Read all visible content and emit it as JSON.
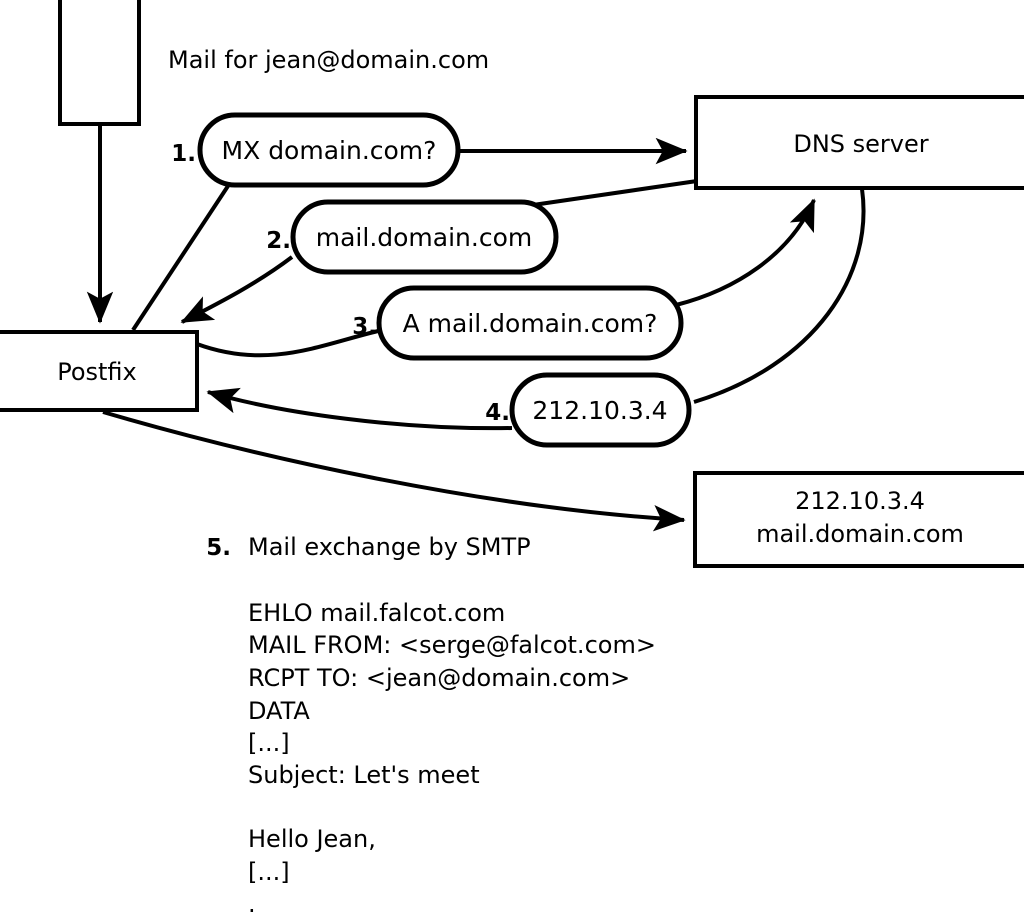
{
  "diagram": {
    "caption": "Mail for jean@domain.com",
    "nodes": {
      "client_box": {
        "label": ""
      },
      "postfix": {
        "label": "Postfix"
      },
      "dns_server": {
        "label": "DNS server"
      },
      "mail_server": {
        "line1": "212.10.3.4",
        "line2": "mail.domain.com"
      }
    },
    "steps": [
      {
        "num": "1.",
        "label": "MX domain.com?"
      },
      {
        "num": "2.",
        "label": "mail.domain.com"
      },
      {
        "num": "3.",
        "label": "A mail.domain.com?"
      },
      {
        "num": "4.",
        "label": "212.10.3.4"
      }
    ],
    "step5": {
      "num": "5.",
      "title": "Mail exchange by SMTP",
      "transcript": [
        "EHLO mail.falcot.com",
        "MAIL FROM: <serge@falcot.com>",
        "RCPT TO: <jean@domain.com>",
        "DATA",
        "[...]",
        "Subject: Let's meet",
        "",
        "Hello Jean,",
        "[...]",
        "."
      ]
    },
    "colors": {
      "stroke": "#000000",
      "fill": "#ffffff",
      "text": "#000000"
    }
  }
}
